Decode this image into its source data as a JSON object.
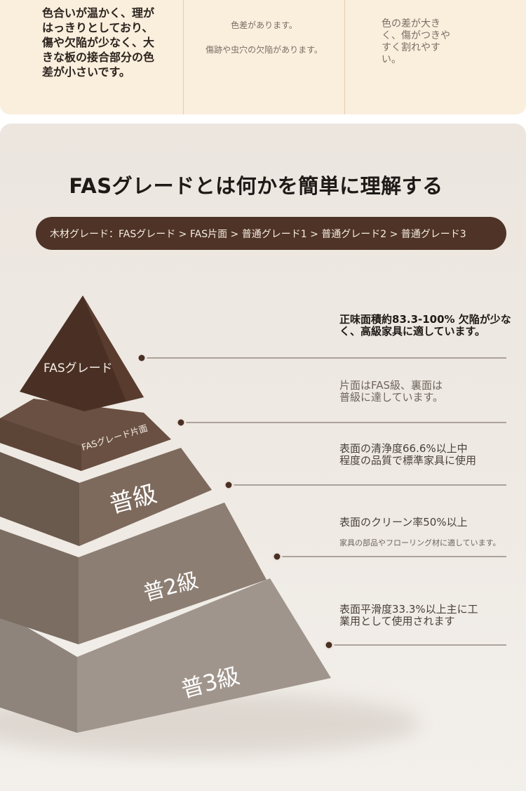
{
  "comparison": {
    "col1_text": "色合いが温かく、理がはっきりとしており、傷や欠陥が少なく、大きな板の接合部分の色差が小さいです。",
    "col2_line1": "色差があります。",
    "col2_line2": "傷跡や虫穴の欠陥があります。",
    "col3_text": "色の差が大きく、傷がつきやすく割れやすい。"
  },
  "section": {
    "title": "FASグレードとは何かを簡単に理解する",
    "grade_bar": "木材グレード：FASグレード > FAS片面 > 普通グレード1 > 普通グレード2 > 普通グレード3"
  },
  "pyramid": {
    "tier1": "FASグレード",
    "tier2": "FASグレード片面",
    "tier3": "普級",
    "tier4": "普2級",
    "tier5": "普3級"
  },
  "descriptions": {
    "d1": "正味面積約83.3-100% 欠陥が少なく、高級家具に適しています。",
    "d2": "片面はFAS級、裏面は普級に達しています。",
    "d3": "表面の清浄度66.6%以上中程度の品質で標準家具に使用",
    "d4_main": "表面のクリーン率50%以上",
    "d4_sub": "家具の部品やフローリング材に適しています。",
    "d5": "表面平滑度33.3%以上主に工業用として使用されます"
  },
  "colors": {
    "bar": "#4e3326",
    "tier1": "#4a3024",
    "tier2": "#6a5042",
    "tier3": "#7d6a5d",
    "tier4": "#8d7e73",
    "tier5": "#a0958c"
  }
}
